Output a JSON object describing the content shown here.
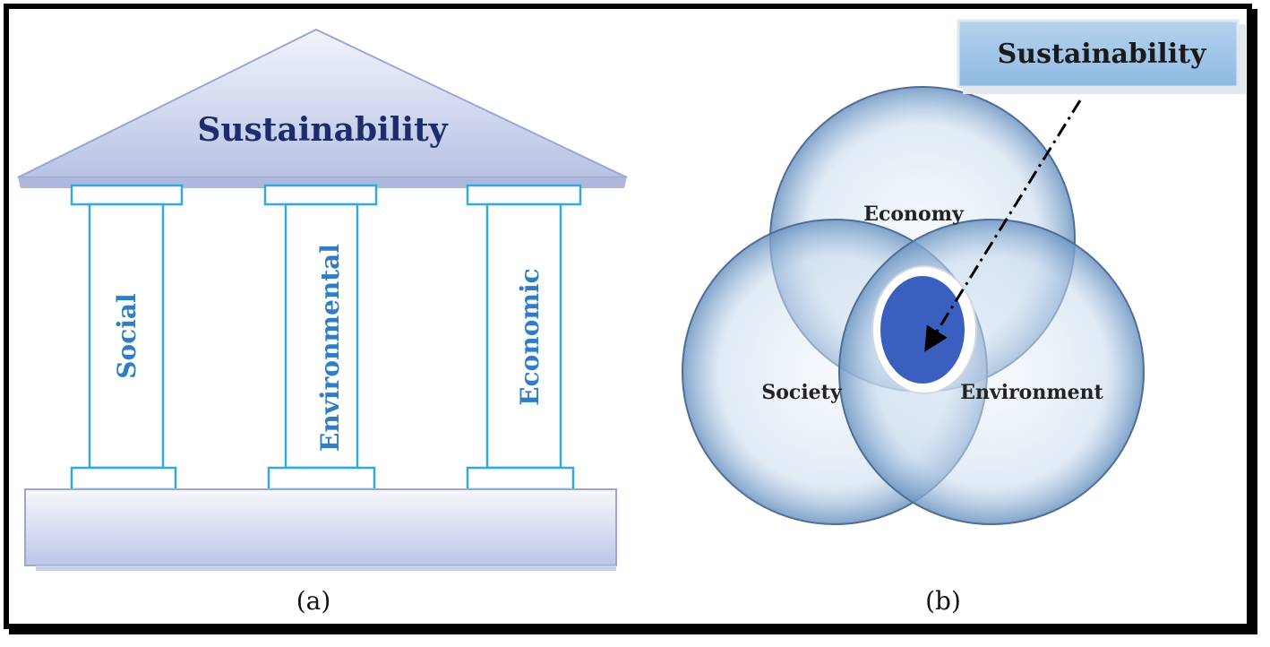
{
  "panel_a": {
    "roof_title": "Sustainability",
    "pillars": [
      "Social",
      "Environmental",
      "Economic"
    ],
    "caption": "(a)"
  },
  "panel_b": {
    "box_label": "Sustainability",
    "circles": {
      "top": "Economy",
      "left": "Society",
      "right": "Environment"
    },
    "caption": "(b)"
  },
  "colors": {
    "roof_text": "#1c2d6b",
    "pillar_text": "#2f7dc4",
    "pillar_border": "#33aadd",
    "center_fill": "#3b5fbf",
    "box_fill": "#9fc4e6"
  }
}
